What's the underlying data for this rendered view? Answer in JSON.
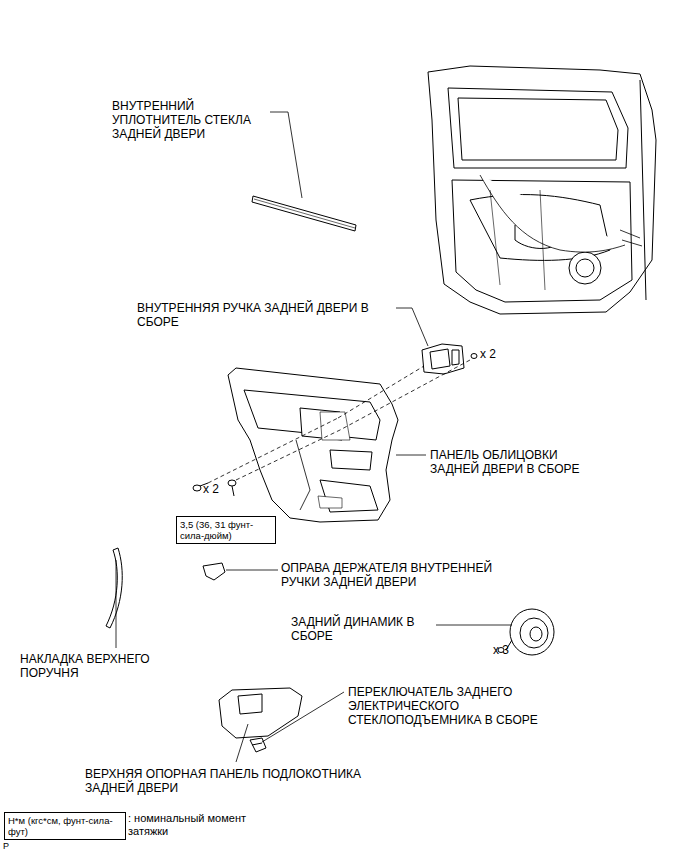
{
  "diagram": {
    "nodes": [
      {
        "text": [
          "3,5 (36, 31 фунт-сила-дюйм)"
        ]
      },
      {
        "text": [
          "Н*м (кгс*см, фунт-сила-фут)"
        ]
      }
    ],
    "labels": [
      "ВНУТРЕННИЙ УПЛОТНИТЕЛЬ СТЕКЛА ЗАДНЕЙ ДВЕРИ",
      "ВНУТРЕННЯЯ РУЧКА ЗАДНЕЙ ДВЕРИ В СБОРЕ",
      "x 2",
      "ПАНЕЛЬ ОБЛИЦОВКИ ЗАДНЕЙ ДВЕРИ В СБОРЕ",
      "x 2",
      "ОПРАВА ДЕРЖАТЕЛЯ ВНУТРЕННЕЙ РУЧКИ ЗАДНЕЙ ДВЕРИ",
      "ЗАДНИЙ ДИНАМИК В СБОРЕ",
      "x 3",
      "НАКЛАДКА ВЕРХНЕГО ПОРУЧНЯ",
      "ПЕРЕКЛЮЧАТЕЛЬ ЗАДНЕГО ЭЛЕКТРИЧЕСКОГО СТЕКЛОПОДЪЕМНИКА В СБОРЕ",
      "ВЕРХНЯЯ ОПОРНАЯ ПАНЕЛЬ ПОДЛОКОТНИКА ЗАДНЕЙ ДВЕРИ",
      ": номинальный момент затяжки",
      "P"
    ]
  }
}
